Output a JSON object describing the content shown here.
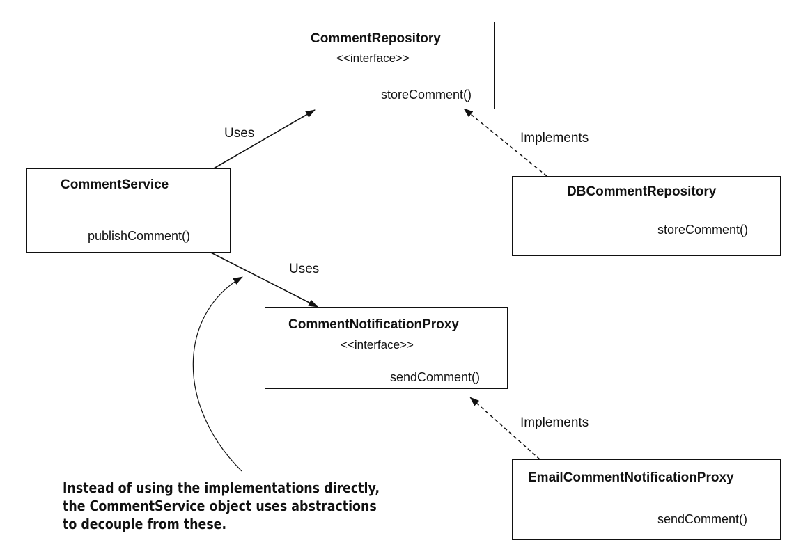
{
  "boxes": {
    "comment_repository": {
      "title": "CommentRepository",
      "stereotype": "<<interface>>",
      "method": "storeComment()"
    },
    "comment_service": {
      "title": "CommentService",
      "method": "publishComment()"
    },
    "db_comment_repository": {
      "title": "DBCommentRepository",
      "method": "storeComment()"
    },
    "comment_notification_proxy": {
      "title": "CommentNotificationProxy",
      "stereotype": "<<interface>>",
      "method": "sendComment()"
    },
    "email_comment_notification_proxy": {
      "title": "EmailCommentNotificationProxy",
      "method": "sendComment()"
    }
  },
  "edges": {
    "uses_repository": "Uses",
    "uses_proxy": "Uses",
    "implements_repository": "Implements",
    "implements_proxy": "Implements"
  },
  "note": {
    "line1": "Instead of using the implementations directly,",
    "line2": "the CommentService object uses abstractions",
    "line3": "to decouple from these."
  }
}
